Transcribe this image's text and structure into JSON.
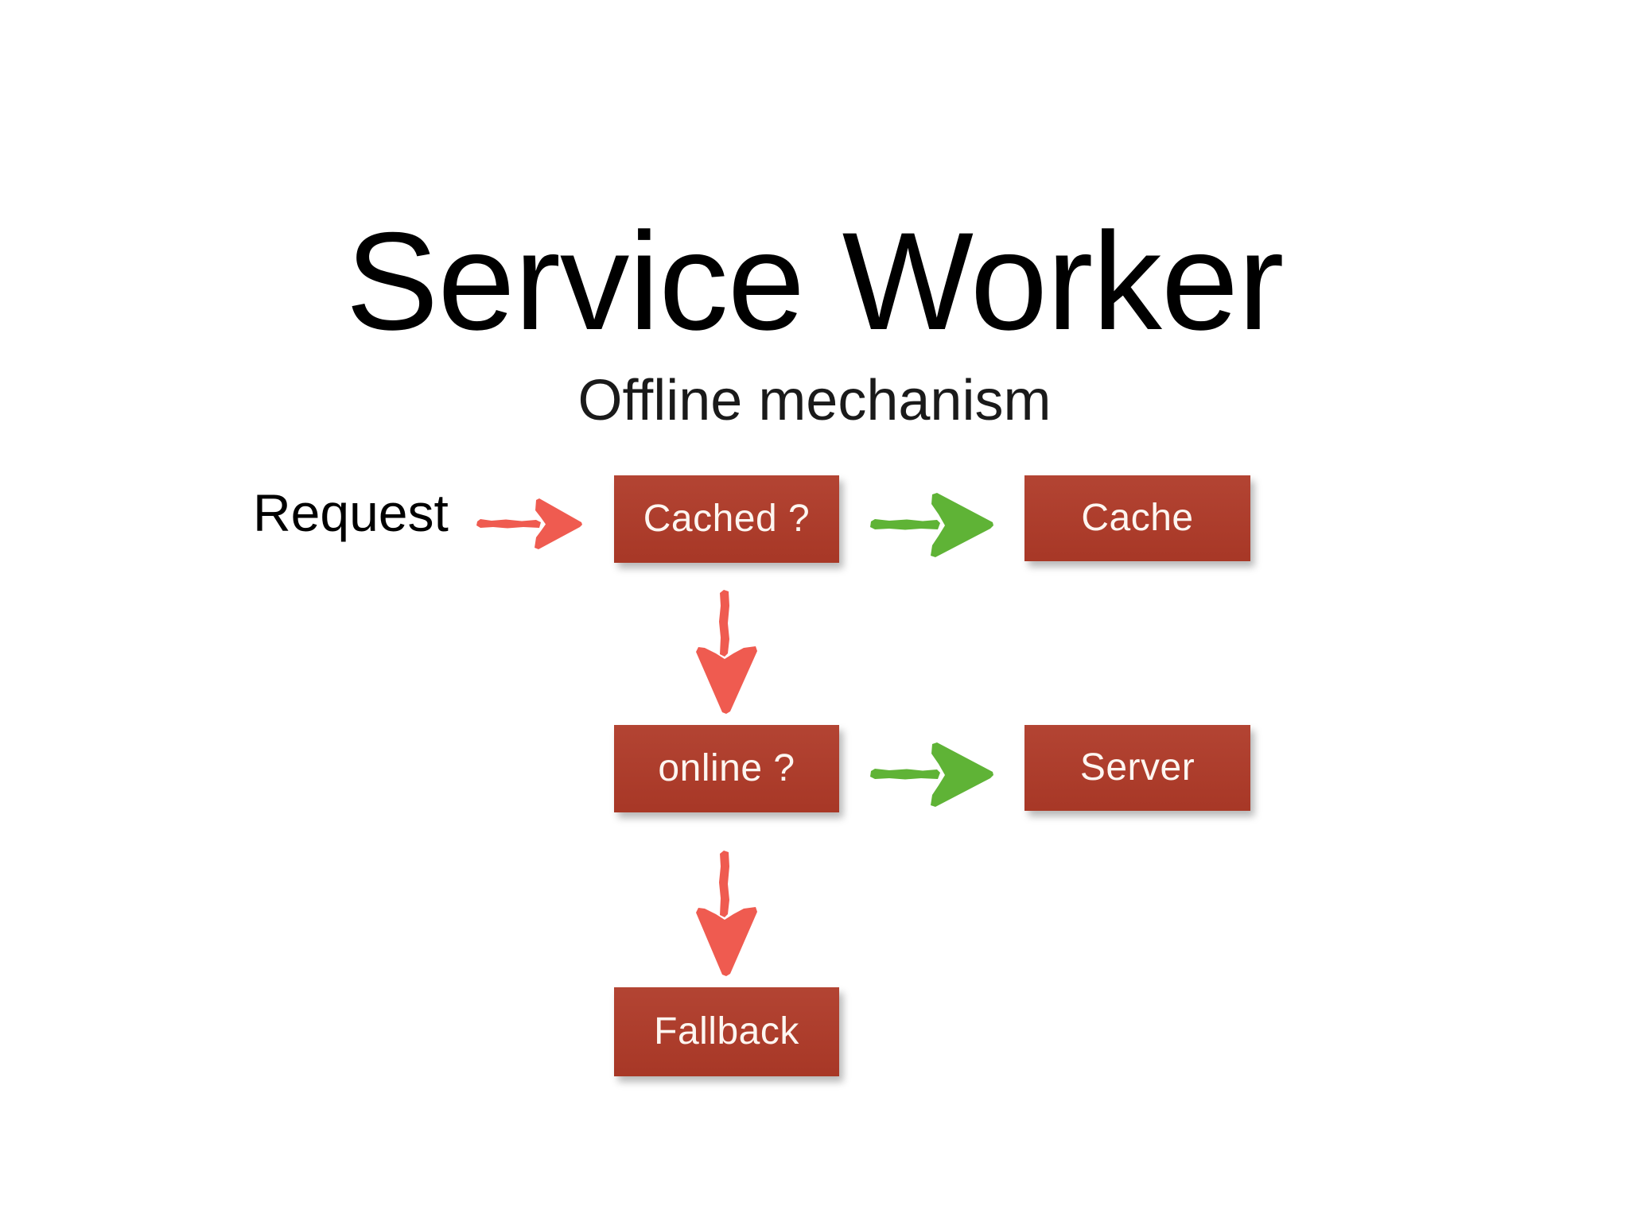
{
  "slide": {
    "title": "Service Worker",
    "subtitle": "Offline mechanism",
    "background_color": "#ffffff"
  },
  "colors": {
    "box_fill": "#af3a28",
    "box_text": "#fdf6f1",
    "arrow_red": "#ef5b50",
    "arrow_green": "#5fb336",
    "title_text": "#000000"
  },
  "diagram": {
    "entry_label": "Request",
    "nodes": [
      {
        "id": "cached",
        "label": "Cached ?"
      },
      {
        "id": "cache",
        "label": "Cache"
      },
      {
        "id": "online",
        "label": "online ?"
      },
      {
        "id": "server",
        "label": "Server"
      },
      {
        "id": "fallback",
        "label": "Fallback"
      }
    ],
    "arrows": [
      {
        "id": "request-to-cached",
        "icon": "arrow-right-icon",
        "color": "#ef5b50",
        "direction": "right"
      },
      {
        "id": "cached-to-cache",
        "icon": "arrow-right-icon",
        "color": "#5fb336",
        "direction": "right"
      },
      {
        "id": "cached-to-online",
        "icon": "arrow-down-icon",
        "color": "#ef5b50",
        "direction": "down"
      },
      {
        "id": "online-to-server",
        "icon": "arrow-right-icon",
        "color": "#5fb336",
        "direction": "right"
      },
      {
        "id": "online-to-fallback",
        "icon": "arrow-down-icon",
        "color": "#ef5b50",
        "direction": "down"
      }
    ]
  }
}
